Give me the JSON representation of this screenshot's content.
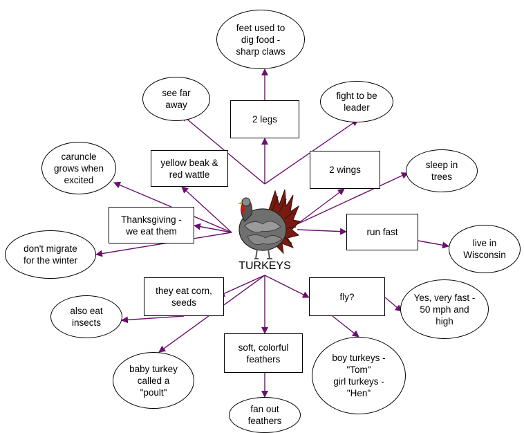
{
  "diagram": {
    "center": {
      "label": "TURKEYS",
      "icon": "turkey-icon"
    },
    "colors": {
      "arrow": "#6b0f6f",
      "border": "#000000",
      "background": "#ffffff"
    },
    "nodes": {
      "two_legs": "2 legs",
      "feet": "feet used to\ndig food -\nsharp claws",
      "see_far": "see far\naway",
      "fight": "fight to be\nleader",
      "beak": "yellow beak &\nred wattle",
      "caruncle": "caruncle\ngrows when\nexcited",
      "two_wings": "2 wings",
      "sleep": "sleep in\ntrees",
      "thanksgiving": "Thanksgiving -\nwe eat them",
      "migrate": "don't migrate\nfor the winter",
      "run_fast": "run fast",
      "wisconsin": "live in\nWisconsin",
      "corn": "they eat corn,\nseeds",
      "insects": "also eat\ninsects",
      "fly": "fly?",
      "yes_fast": "Yes, very fast -\n50 mph and\nhigh",
      "poult": "baby turkey\ncalled a\n\"poult\"",
      "feathers": "soft, colorful\nfeathers",
      "fan_out": "fan out\nfeathers",
      "tom_hen": "boy turkeys -\n\"Tom\"\ngirl turkeys -\n\"Hen\""
    }
  }
}
